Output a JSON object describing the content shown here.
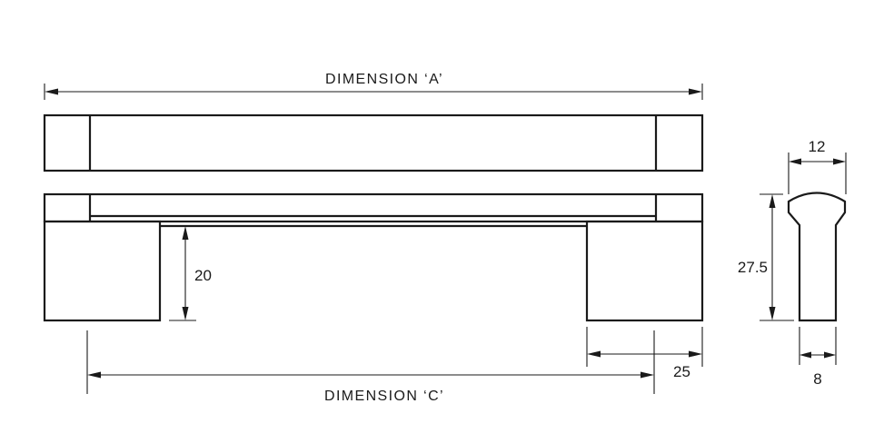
{
  "dimensions": {
    "a_label": "DIMENSION ‘A’",
    "c_label": "DIMENSION ‘C’",
    "height_20": "20",
    "foot_25": "25",
    "top_width_12": "12",
    "total_height_27_5": "27.5",
    "base_width_8": "8"
  }
}
